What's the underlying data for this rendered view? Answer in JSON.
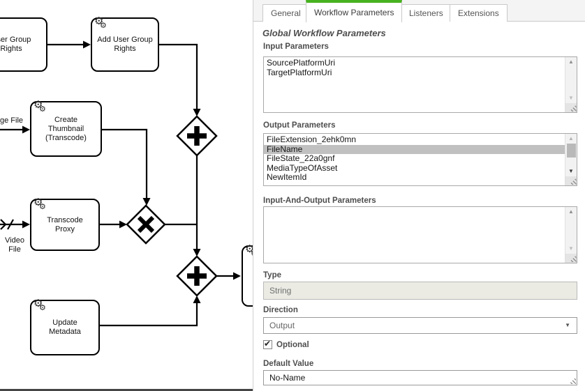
{
  "icons": {
    "gear": "⚙",
    "arrow_up": "▲",
    "arrow_down": "▼",
    "caret_down": "▼",
    "check": "✔"
  },
  "colors": {
    "tab_active_green": "#47b220",
    "selected_item_bg": "#c0c0c0"
  },
  "diagram": {
    "tasks": {
      "user_group_rights": "User Group Rights",
      "add_user_group_rights": "Add User Group Rights",
      "create_thumbnail": "Create Thumbnail (Transcode)",
      "transcode_proxy": "Transcode Proxy",
      "update_metadata": "Update Metadata"
    },
    "edge_labels": {
      "image_file": "ge File",
      "video_file": "Video File"
    },
    "gateways": [
      "parallel",
      "exclusive",
      "parallel"
    ]
  },
  "panel": {
    "tabs": {
      "general": "General",
      "workflow_parameters": "Workflow Parameters",
      "listeners": "Listeners",
      "extensions": "Extensions"
    },
    "active_tab": "Workflow Parameters",
    "heading": "Global Workflow Parameters",
    "input_parameters": {
      "label": "Input Parameters",
      "items": [
        "SourcePlatformUri",
        "TargetPlatformUri"
      ]
    },
    "output_parameters": {
      "label": "Output Parameters",
      "items": [
        "FileExtension_2ehk0mn",
        "FileName",
        "FileState_22a0gnf",
        "MediaTypeOfAsset",
        "NewItemId"
      ],
      "selected_item": "FileName"
    },
    "input_and_output_parameters": {
      "label": "Input-And-Output Parameters",
      "items": []
    },
    "type_field": {
      "label": "Type",
      "value": "String",
      "disabled": true
    },
    "direction_field": {
      "label": "Direction",
      "value": "Output"
    },
    "optional_field": {
      "label": "Optional",
      "checked": true
    },
    "default_value_field": {
      "label": "Default Value",
      "value": "No-Name"
    }
  }
}
